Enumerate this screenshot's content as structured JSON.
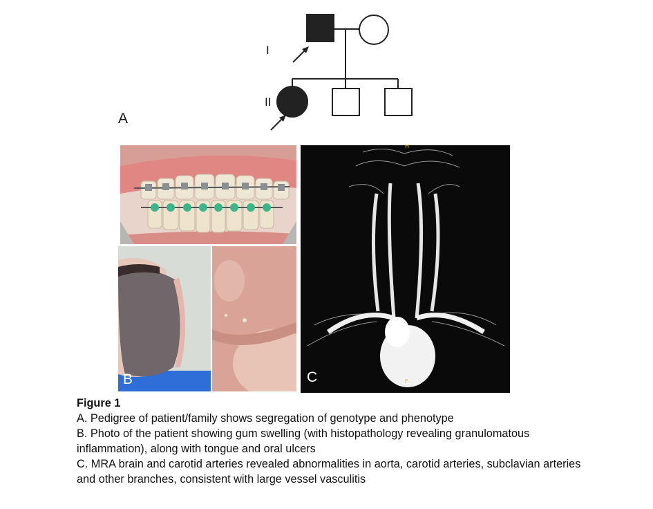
{
  "figure": {
    "panel_a": {
      "letter": "A",
      "generations": [
        "I",
        "II"
      ]
    },
    "panel_b": {
      "letter": "B"
    },
    "panel_c": {
      "letter": "C",
      "orientation_markers": [
        "H",
        "F"
      ]
    },
    "caption": {
      "title": "Figure 1",
      "lines": [
        "A. Pedigree of patient/family shows segregation of genotype and phenotype",
        "B. Photo of the patient showing gum swelling (with histopathology revealing granulomatous inflammation), along with tongue and oral ulcers",
        "C. MRA brain and carotid arteries revealed abnormalities in aorta, carotid arteries, subclavian arteries and other branches, consistent with large vessel vasculitis"
      ]
    }
  }
}
